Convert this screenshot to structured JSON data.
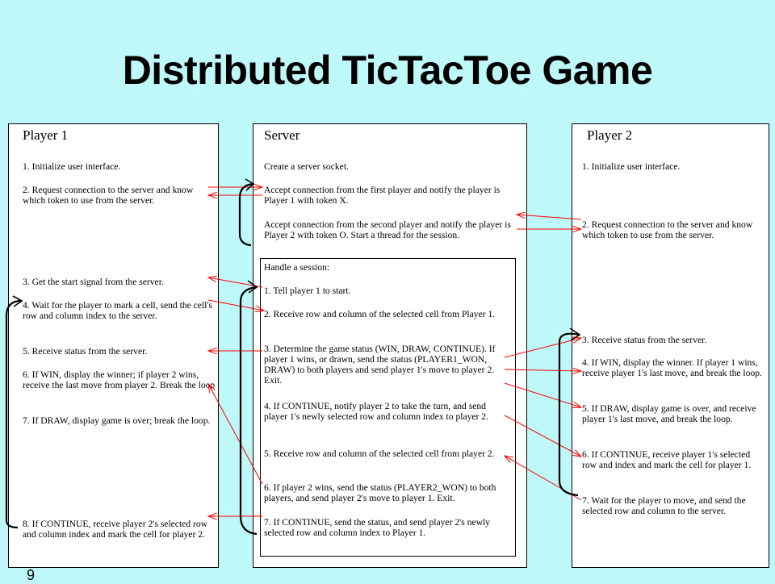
{
  "title": "Distributed TicTacToe Game",
  "page_number": "9",
  "player1": {
    "heading": "Player 1",
    "steps": [
      "1. Initialize user interface.",
      "2. Request connection to the server and know which token to use from the server.",
      "3. Get the start signal from the server.",
      "4. Wait for the player to mark a cell, send the cell's row and column index to the server.",
      "5. Receive status from the server.",
      "6. If WIN, display the winner; if player 2 wins, receive the last move from player 2. Break the loop",
      "7. If DRAW, display game is over; break the loop.",
      "8. If CONTINUE, receive player 2's selected row and column index and mark the cell for player 2."
    ]
  },
  "server": {
    "heading": "Server",
    "steps": [
      "Create a server socket.",
      "Accept connection from the first player and notify the player is Player 1 with token X.",
      "Accept connection from the second player and notify the player is Player 2 with token O.   Start a thread for the session."
    ],
    "session_heading": "Handle a session:",
    "session_steps": [
      "1. Tell player 1 to start.",
      "2. Receive row and column of the selected cell from Player 1.",
      "3. Determine the game status (WIN, DRAW, CONTINUE). If player 1 wins, or drawn, send the status (PLAYER1_WON, DRAW) to both players and send player 1's move to player 2. Exit.",
      "4. If CONTINUE, notify player 2 to take the turn, and send player 1's newly selected row and column index to player 2.",
      "5. Receive row and column of the selected cell from player 2.",
      "6. If player 2 wins, send the status (PLAYER2_WON) to both players, and send player 2's move to player 1. Exit.",
      "7. If CONTINUE, send the status, and send player 2's newly selected row and column index to Player 1."
    ]
  },
  "player2": {
    "heading": "Player 2",
    "steps": [
      "1. Initialize user interface.",
      "2. Request connection to the server and know which token to use from the server.",
      "3. Receive status from the server.",
      "4. If WIN, display the winner. If player 1 wins, receive player 1's last move, and break the loop.",
      "5. If DRAW, display game is over, and receive player 1's last move, and break the loop.",
      "6. If CONTINUE, receive player 1's selected row and index and mark the cell for player 1.",
      "7. Wait for the player to move, and send the selected row and column to the server."
    ]
  },
  "colors": {
    "background": "#bff8f8",
    "arrow": "#ff0000",
    "loop": "#000000"
  }
}
